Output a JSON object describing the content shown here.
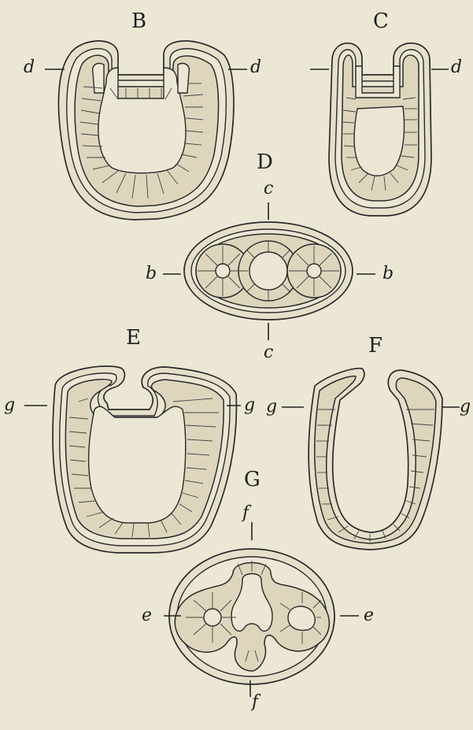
{
  "figure": {
    "panels": {
      "B": {
        "letter": "B",
        "left_label": "d",
        "right_label": "d"
      },
      "C": {
        "letter": "C",
        "left_label": "",
        "right_label": "d"
      },
      "D": {
        "letter": "D",
        "top_label": "c",
        "bottom_label": "c",
        "left_label": "b",
        "right_label": "b"
      },
      "E": {
        "letter": "E",
        "left_label": "g",
        "right_label": "g"
      },
      "F": {
        "letter": "F",
        "left_label": "g",
        "right_label": "g"
      },
      "G": {
        "letter": "G",
        "top_label": "f",
        "bottom_label": "f",
        "left_label": "e",
        "right_label": "e"
      }
    }
  }
}
